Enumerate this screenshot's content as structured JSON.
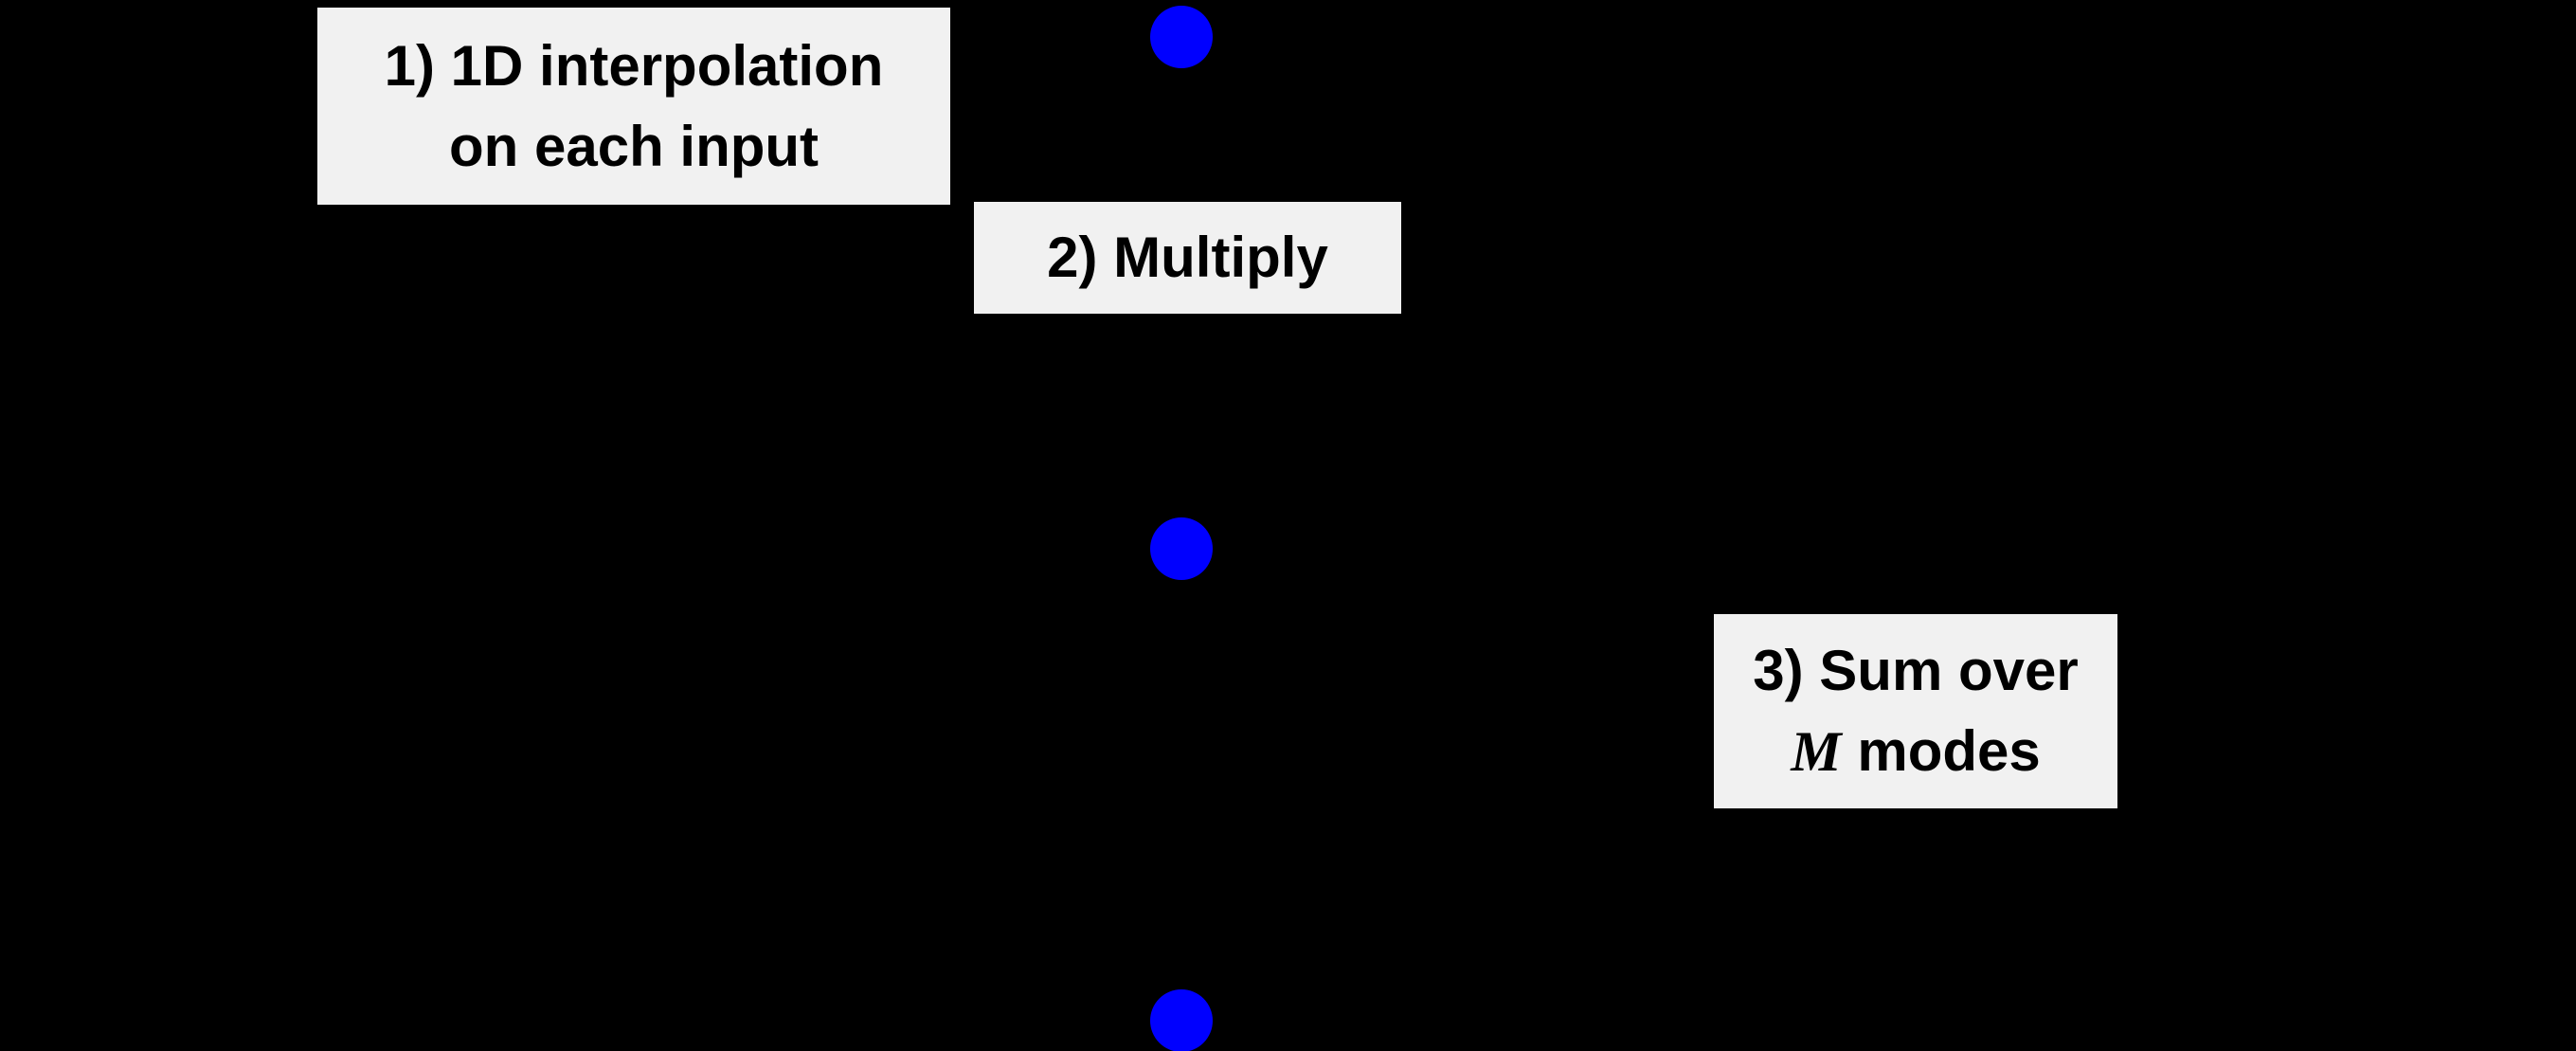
{
  "figure": {
    "background_color": "#000000",
    "label_box_color": "#f1f1f1",
    "label_text_color": "#000000",
    "steps": [
      {
        "id": 1,
        "lines": [
          "1) 1D interpolation",
          "on each input"
        ]
      },
      {
        "id": 2,
        "lines": [
          "2) Multiply"
        ]
      },
      {
        "id": 3,
        "line1": "3) Sum over",
        "line2_symbol": "M",
        "line2_rest": "modes"
      }
    ],
    "nodes": {
      "count": 3,
      "shape": "circle",
      "color": "#0000ff"
    }
  }
}
